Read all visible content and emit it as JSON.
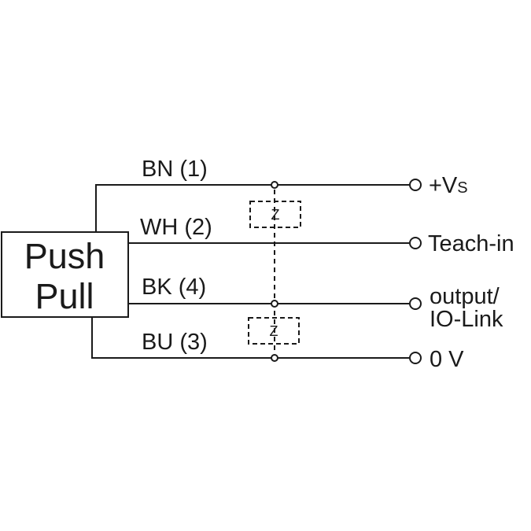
{
  "block": {
    "line1": "Push",
    "line2": "Pull"
  },
  "wires": [
    {
      "label": "BN (1)"
    },
    {
      "label": "WH (2)"
    },
    {
      "label": "BK (4)"
    },
    {
      "label": "BU (3)"
    }
  ],
  "terminals": {
    "vs_main": "+V",
    "vs_sub": "S",
    "teach": "Teach-in",
    "output_line1": "output/",
    "output_line2": "IO-Link",
    "zero": "0 V"
  },
  "loads": {
    "upper": "Z",
    "lower": "Z"
  },
  "colors": {
    "line": "#1a1a1a",
    "background": "#ffffff"
  }
}
